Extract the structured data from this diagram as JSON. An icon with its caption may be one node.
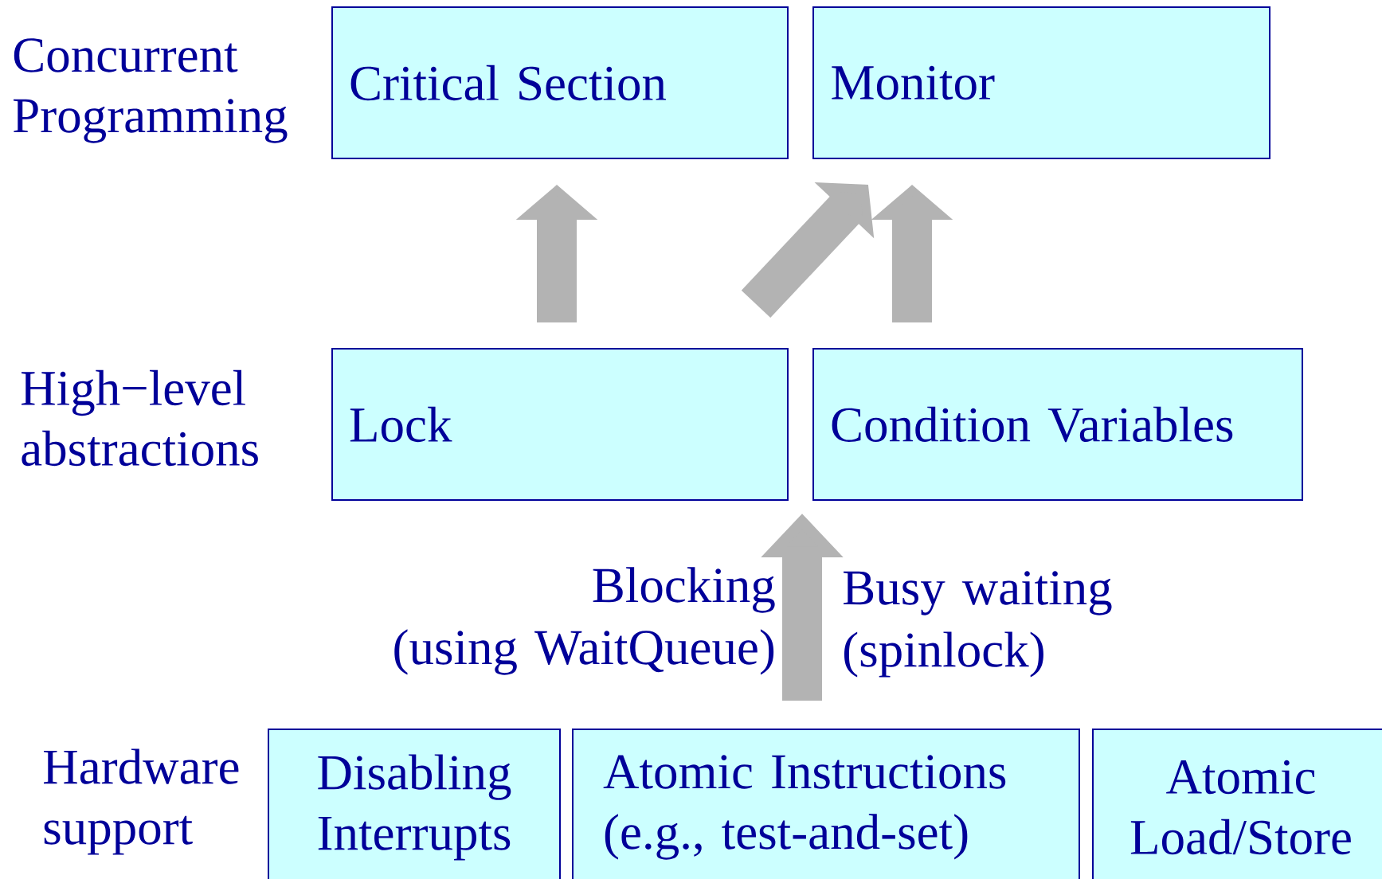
{
  "diagram": {
    "nodes": [
      {
        "text": [
          "Critical Section"
        ]
      },
      {
        "text": [
          "Monitor"
        ]
      },
      {
        "text": [
          "Lock"
        ]
      },
      {
        "text": [
          "Condition Variables"
        ]
      },
      {
        "text": [
          "Disabling Interrupts"
        ]
      },
      {
        "text": [
          "Atomic Instructions (e.g., test-and-set)"
        ]
      },
      {
        "text": [
          "Atomic Load/Store"
        ]
      }
    ],
    "edges": [
      {
        "from": 2,
        "to": 0,
        "arrow": "to"
      },
      {
        "from": 2,
        "to": 1,
        "arrow": "to"
      },
      {
        "from": 3,
        "to": 1,
        "arrow": "to"
      },
      {
        "from": 5,
        "to": null,
        "arrow": "to"
      }
    ],
    "labels": [
      "Concurrent Programming",
      "High−level abstractions",
      "Blocking",
      "(using WaitQueue)",
      "Busy waiting",
      "(spinlock)",
      "Hardware support"
    ]
  }
}
